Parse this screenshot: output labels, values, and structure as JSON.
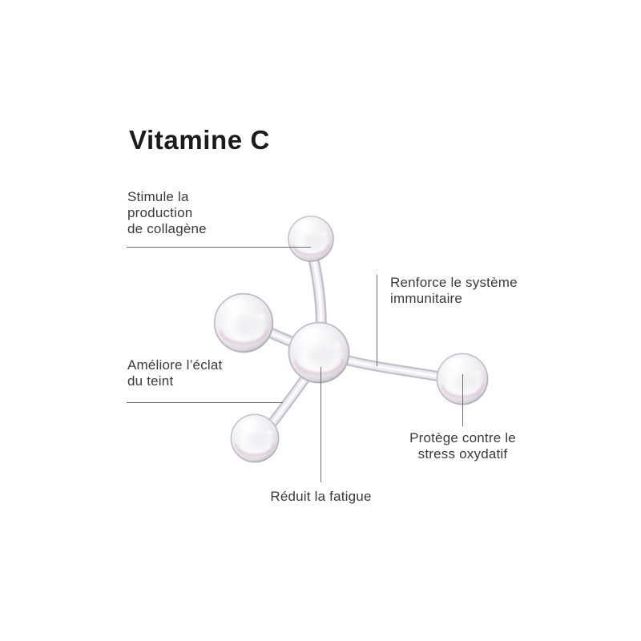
{
  "title": "Vitamine C",
  "labels": {
    "collagen": {
      "line1": "Stimule la",
      "line2": "production",
      "line3": "de collagène"
    },
    "immunity": {
      "line1": "Renforce le système",
      "line2": "immunitaire"
    },
    "radiance": {
      "line1": "Améliore l’éclat",
      "line2": "du teint"
    },
    "oxidative": {
      "line1": "Protège contre le",
      "line2": "stress oxydatif"
    },
    "fatigue": {
      "line1": "Réduit la fatigue"
    }
  },
  "illustration": {
    "subject": "vitamin-c-glass-molecule",
    "sphere_count": 5
  },
  "colors": {
    "background": "#ffffff",
    "title_text": "#1b1b1b",
    "label_text": "#3a3a3a",
    "connector_line": "#6b6b6b",
    "glass_rim": "#a59fae",
    "glass_body": "#ececf0",
    "glass_pink_tint": "#d9a6be"
  }
}
